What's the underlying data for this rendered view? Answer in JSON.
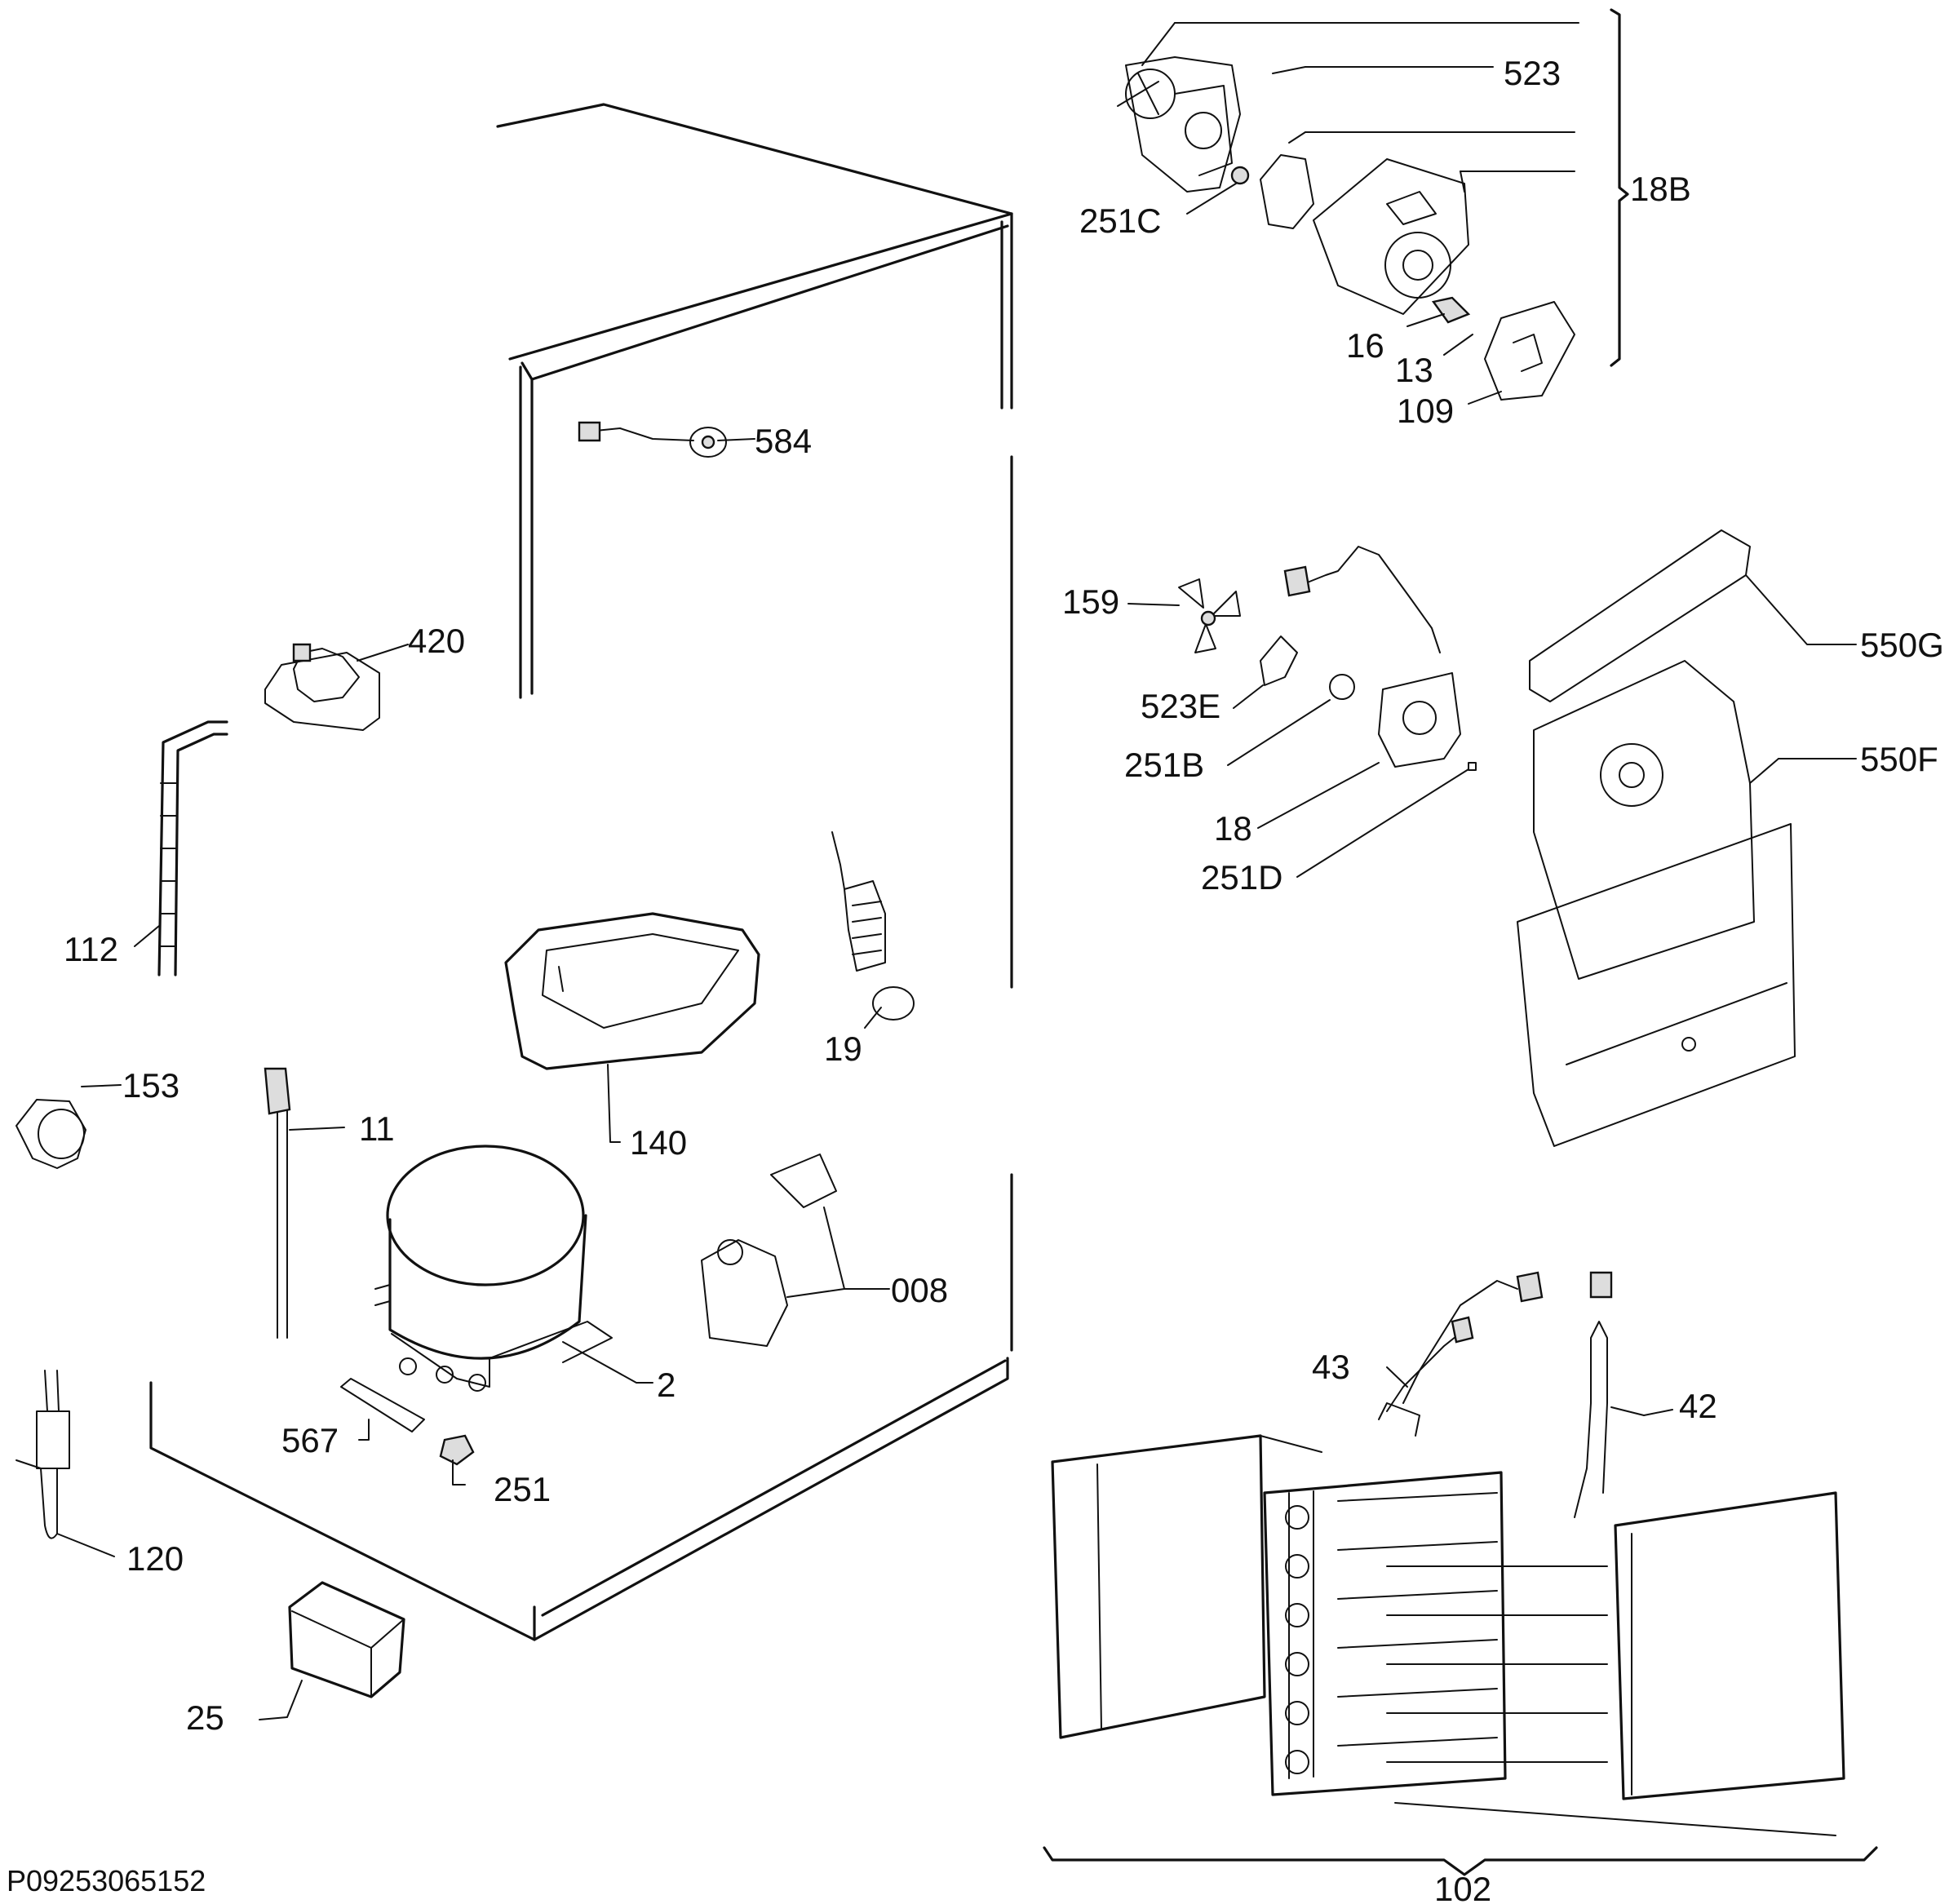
{
  "diagram": {
    "labels": {
      "p523": "523",
      "p18B": "18B",
      "p251C": "251C",
      "p16": "16",
      "p13": "13",
      "p109": "109",
      "p584": "584",
      "p420": "420",
      "p159": "159",
      "p550G": "550G",
      "p523E": "523E",
      "p251B": "251B",
      "p550F": "550F",
      "p18": "18",
      "p251D": "251D",
      "p112": "112",
      "p19": "19",
      "p153": "153",
      "p11": "11",
      "p140": "140",
      "p008": "008",
      "p2": "2",
      "p567": "567",
      "p251": "251",
      "p120": "120",
      "p43": "43",
      "p42": "42",
      "p25": "25",
      "p102": "102"
    },
    "drawing_code": "P09253065152"
  }
}
